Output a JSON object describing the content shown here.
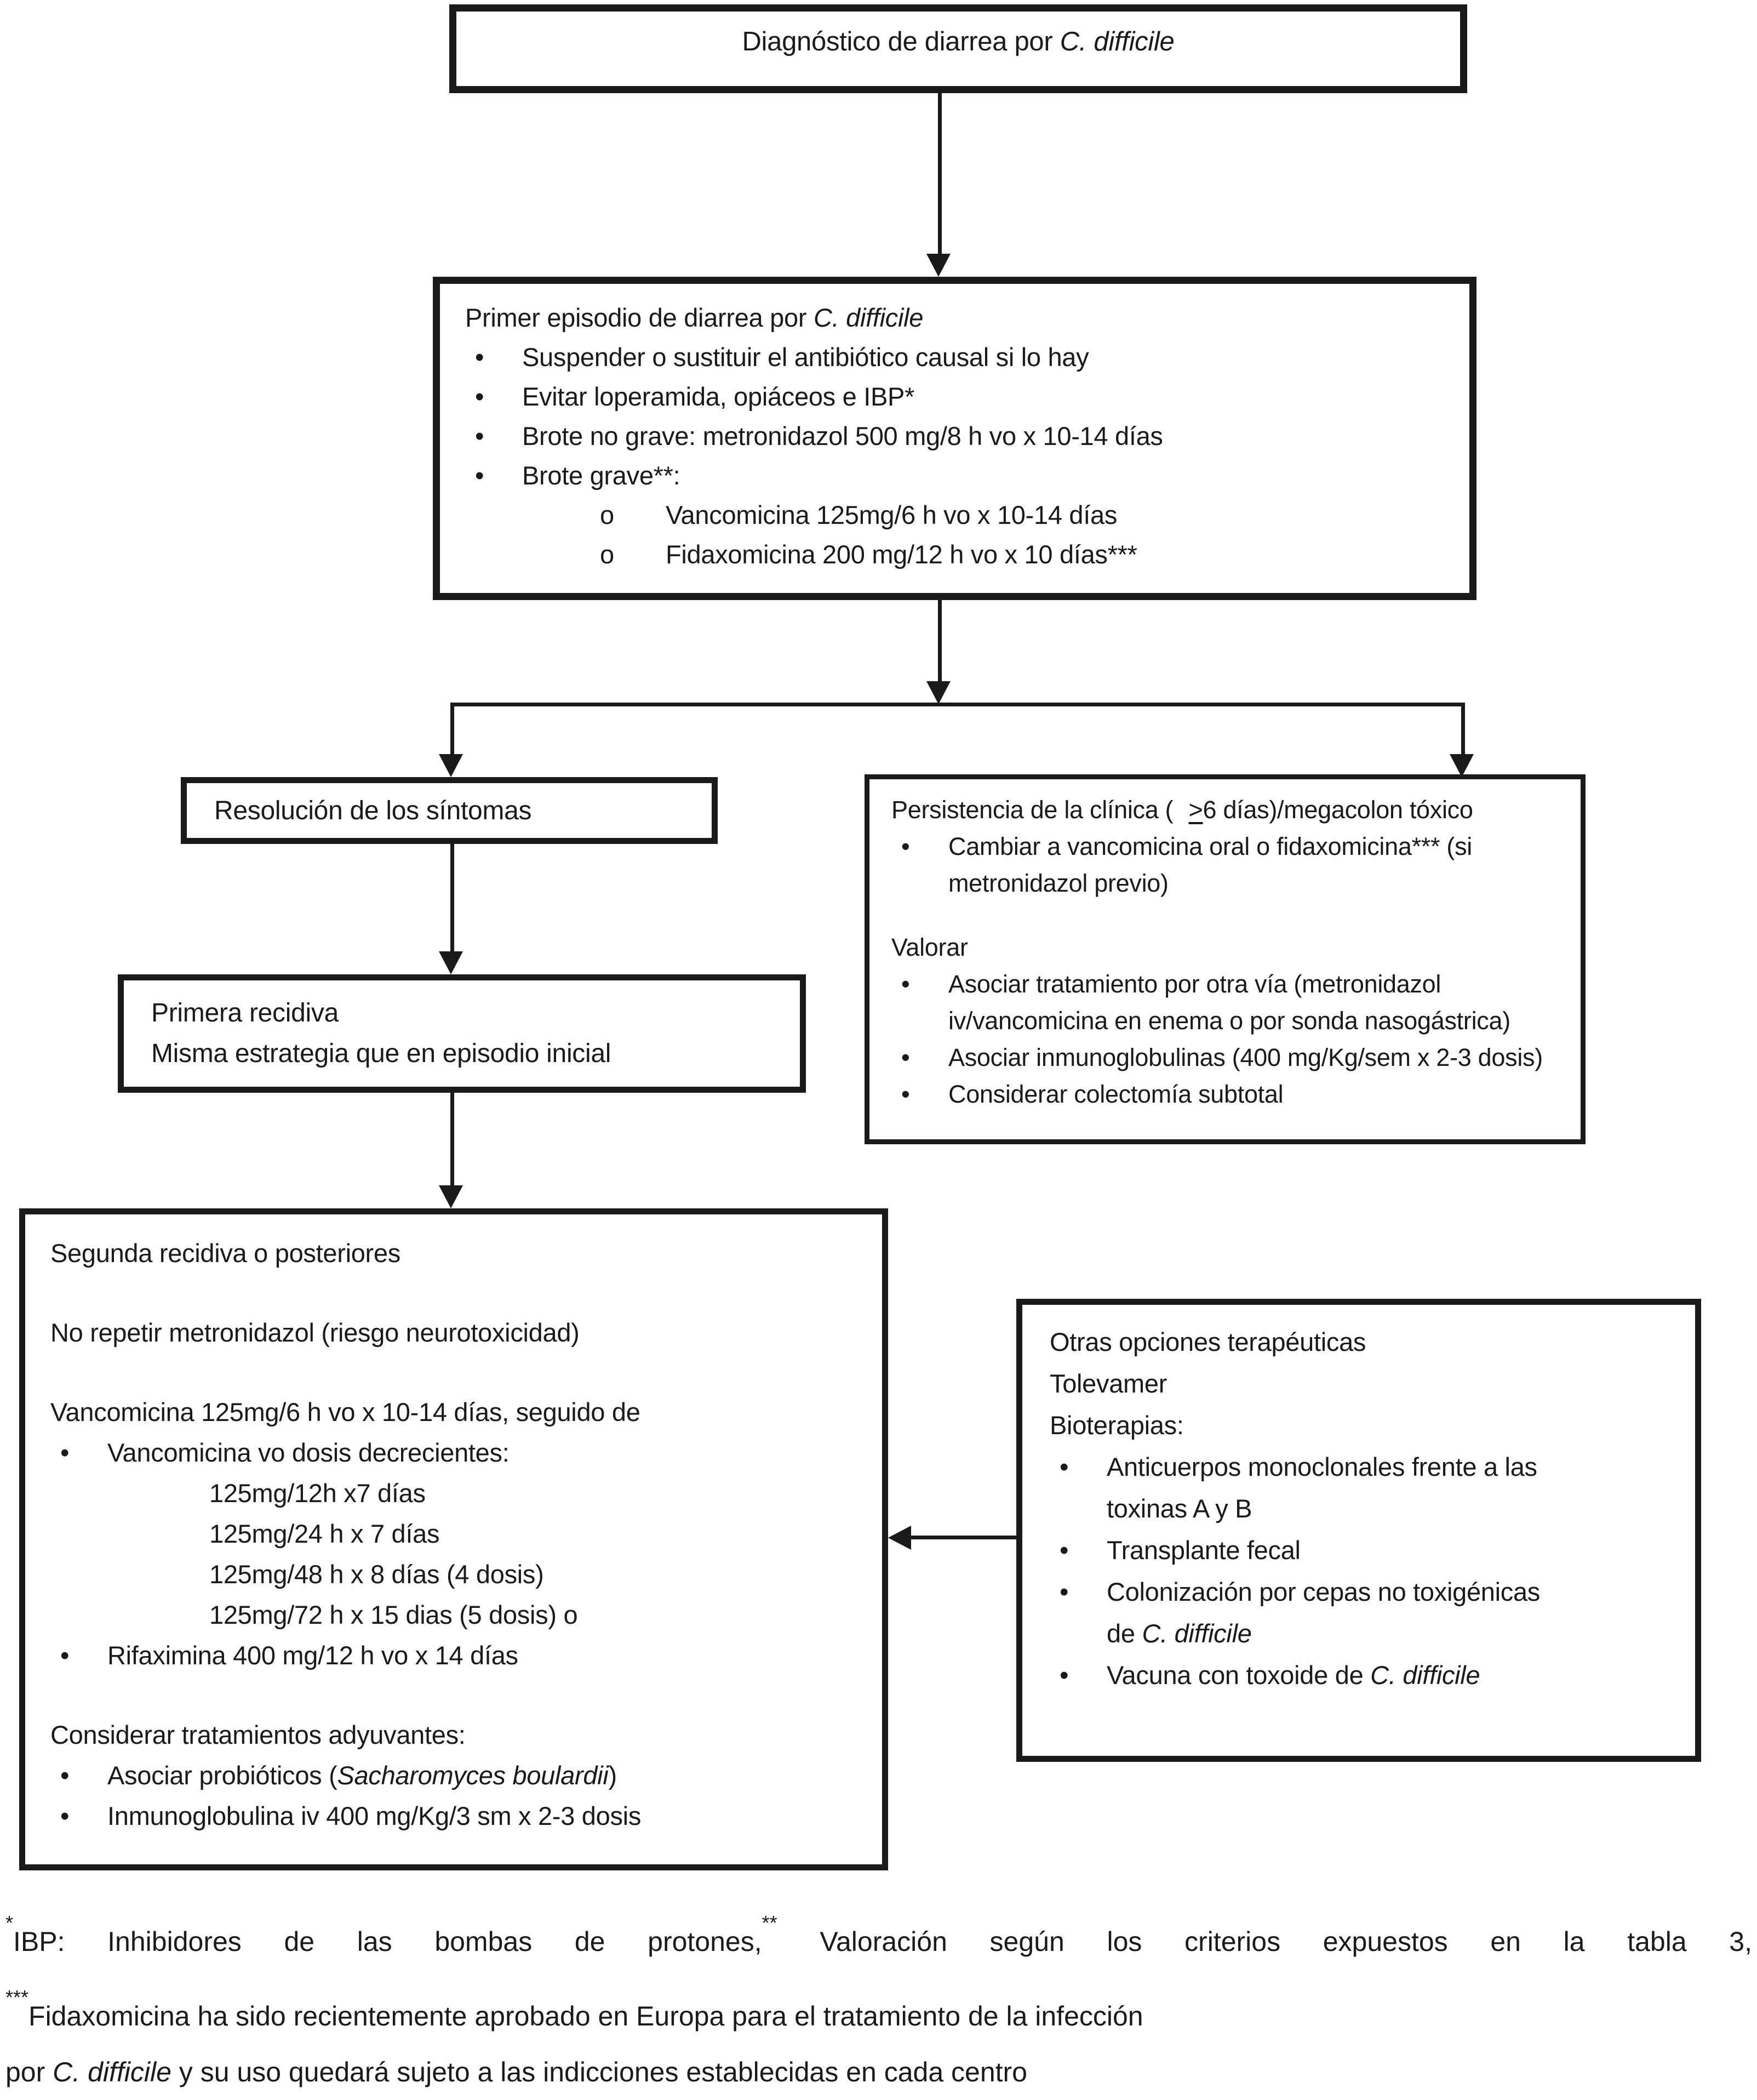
{
  "markers": {
    "bullet": "•",
    "sub": "o"
  },
  "colors": {
    "ink": "#1a1a1a",
    "background": "#ffffff"
  },
  "diagram": {
    "diagnosis_box": {
      "prefix": "Diagnóstico de diarrea por ",
      "species": "C. difficile"
    },
    "first_episode_box": {
      "title_prefix": "Primer episodio de diarrea por ",
      "title_species": "C. difficile",
      "bullets": [
        "Suspender o sustituir el antibiótico causal si lo hay",
        "Evitar loperamida, opiáceos e IBP*",
        "Brote no grave: metronidazol 500 mg/8 h vo x 10-14 días",
        "Brote grave**:"
      ],
      "sub_bullets": [
        "Vancomicina 125mg/6 h vo x 10-14 días",
        "Fidaxomicina 200 mg/12 h vo x 10 días***"
      ]
    },
    "resolution_box": {
      "label": "Resolución de los síntomas"
    },
    "persistence_box": {
      "title_prefix": "Persistencia de la clínica ( ",
      "title_geq": ">",
      "title_suffix": "6 días)/megacolon tóxico",
      "bullet_1": "Cambiar a vancomicina oral o fidaxomicina*** (si metronidazol previo)",
      "subtitle": "Valorar",
      "bullet_2": "Asociar tratamiento por otra vía (metronidazol iv/vancomicina en enema o por sonda nasogástrica)",
      "bullet_3": "Asociar inmunoglobulinas (400 mg/Kg/sem x 2-3 dosis)",
      "bullet_4": "Considerar colectomía subtotal"
    },
    "first_relapse_box": {
      "line_1": "Primera recidiva",
      "line_2": "Misma estrategia que en episodio inicial"
    },
    "second_relapse_box": {
      "title": "Segunda recidiva o posteriores",
      "warning": "No repetir metronidazol (riesgo neurotoxicidad)",
      "vancomycin_line": "Vancomicina 125mg/6 h vo x 10-14 días, seguido de",
      "bullet_1": "Vancomicina vo dosis decrecientes:",
      "taper_schedule": [
        "125mg/12h x7 días",
        "125mg/24 h x 7 días",
        "125mg/48 h x 8 días (4 dosis)",
        "125mg/72 h x 15 dias (5 dosis) o"
      ],
      "bullet_2": "Rifaximina 400 mg/12 h vo x 14 días",
      "adjuvant_title": "Considerar tratamientos adyuvantes:",
      "bullet_3_prefix": "Asociar probióticos (",
      "bullet_3_species": "Sacharomyces boulardii",
      "bullet_3_suffix": ")",
      "bullet_4": "Inmunoglobulina iv 400 mg/Kg/3 sm x 2-3 dosis"
    },
    "other_options_box": {
      "title": "Otras opciones terapéuticas",
      "line_2": "Tolevamer",
      "line_3": "Bioterapias:",
      "bullet_1": "Anticuerpos monoclonales frente a las toxinas A y B",
      "bullet_2": "Transplante fecal",
      "bullet_3_prefix": "Colonización por cepas no toxigénicas de ",
      "bullet_3_species": "C. difficile",
      "bullet_4_prefix": "Vacuna con toxoide de ",
      "bullet_4_species": "C. difficile"
    },
    "footnotes": {
      "line_1_marker": "*",
      "line_1_text": "IBP: Inhibidores de las bombas de protones,",
      "line_1_marker_2": "**",
      "line_1_text_2": " Valoración según los criterios expuestos en la tabla 3,",
      "line_2_marker": "***",
      "line_2_text": "Fidaxomicina ha sido recientemente aprobado en Europa para el tratamiento de la infección",
      "line_3_prefix": "por ",
      "line_3_species": "C. difficile",
      "line_3_suffix": " y su uso quedará sujeto a las indicciones establecidas en cada centro"
    }
  }
}
